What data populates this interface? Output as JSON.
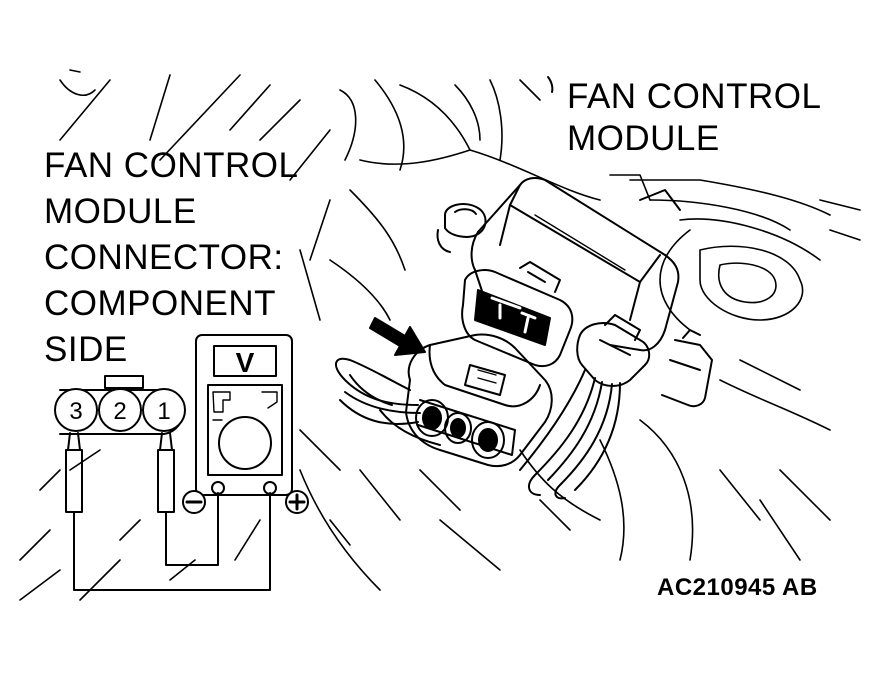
{
  "labels": {
    "fan_control_module_line1": "FAN CONTROL",
    "fan_control_module_line2": "MODULE",
    "connector_line1": "FAN CONTROL",
    "connector_line2": "MODULE",
    "connector_line3": "CONNECTOR:",
    "connector_line4": "COMPONENT",
    "connector_line5": "SIDE"
  },
  "terminals": [
    "3",
    "2",
    "1"
  ],
  "meter": {
    "range_symbol": "V",
    "negative_symbol": "−",
    "positive_symbol": "+"
  },
  "figure_code": "AC210945 AB",
  "colors": {
    "ink": "#000000",
    "paper": "#ffffff"
  }
}
